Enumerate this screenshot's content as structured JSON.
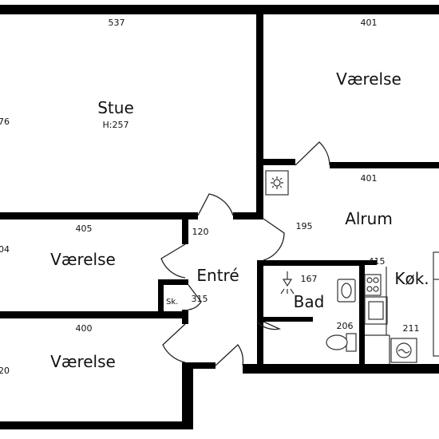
{
  "rooms": {
    "stue": {
      "name": "Stue",
      "height_note": "H:257",
      "width_dim": "537",
      "depth_dim": "76"
    },
    "vaerelse_top_right": {
      "name": "Værelse",
      "width_dim": "401"
    },
    "alrum": {
      "name": "Alrum",
      "width_dim": "401",
      "depth_dim": "195"
    },
    "vaerelse_middle": {
      "name": "Værelse",
      "width_dim": "405",
      "depth_dim": "04"
    },
    "vaerelse_bottom": {
      "name": "Værelse",
      "width_dim": "400",
      "depth_dim": "20"
    },
    "entre": {
      "name": "Entré",
      "width_dim": "120",
      "depth_dim": "315"
    },
    "skab": {
      "name": "Sk."
    },
    "bad": {
      "name": "Bad",
      "width_dim": "167",
      "depth_dim": "206"
    },
    "koekken": {
      "name": "Køk.",
      "width_dim": "415",
      "depth_dim": "211"
    }
  },
  "fixtures": [
    {
      "name": "boiler-icon"
    },
    {
      "name": "shower-icon"
    },
    {
      "name": "sink-icon"
    },
    {
      "name": "toilet-icon"
    },
    {
      "name": "stove-icon"
    },
    {
      "name": "kitchen-sink-icon"
    },
    {
      "name": "washing-machine-icon"
    },
    {
      "name": "fridge-icon"
    }
  ],
  "colors": {
    "wall": "#000000",
    "background": "#ffffff"
  }
}
